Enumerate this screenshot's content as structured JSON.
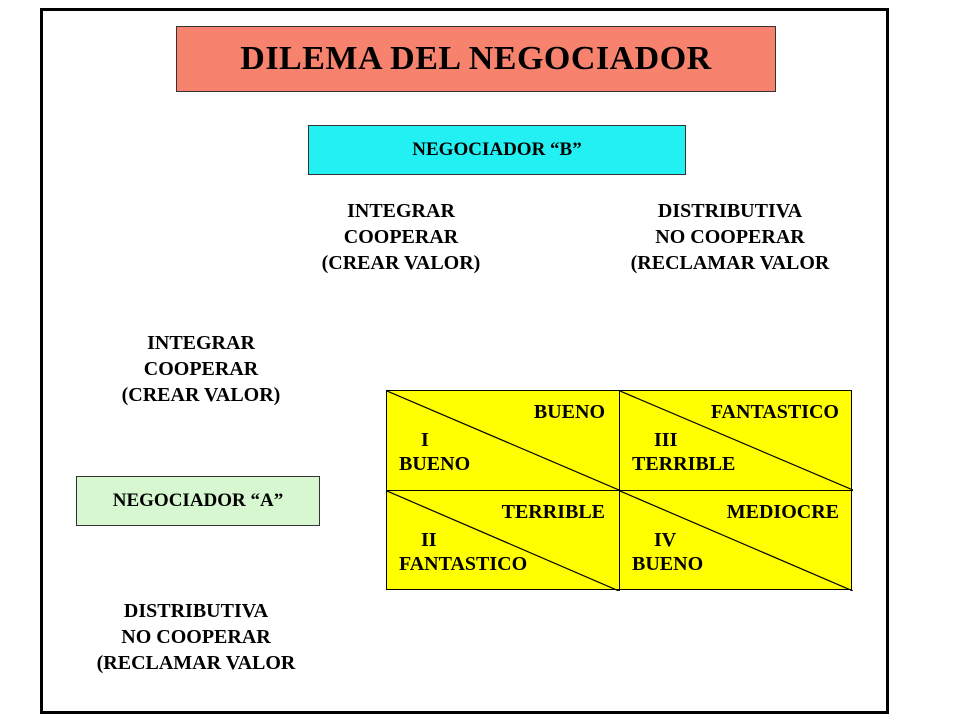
{
  "title": "DILEMA DEL NEGOCIADOR",
  "negotiator_b": "NEGOCIADOR “B”",
  "negotiator_a": "NEGOCIADOR “A”",
  "b_strategies": {
    "integrate": [
      "INTEGRAR",
      "COOPERAR",
      "(CREAR VALOR)"
    ],
    "distribute": [
      "DISTRIBUTIVA",
      "NO COOPERAR",
      "(RECLAMAR VALOR"
    ]
  },
  "a_strategies": {
    "integrate": [
      "INTEGRAR",
      "COOPERAR",
      "(CREAR VALOR)"
    ],
    "distribute": [
      "DISTRIBUTIVA",
      "NO COOPERAR",
      "(RECLAMAR VALOR"
    ]
  },
  "matrix": [
    {
      "quadrant": "I",
      "payoff_b": "BUENO",
      "payoff_a": "BUENO"
    },
    {
      "quadrant": "III",
      "payoff_b": "FANTASTICO",
      "payoff_a": "TERRIBLE"
    },
    {
      "quadrant": "II",
      "payoff_b": "TERRIBLE",
      "payoff_a": "FANTASTICO"
    },
    {
      "quadrant": "IV",
      "payoff_b": "MEDIOCRE",
      "payoff_a": "BUENO"
    }
  ],
  "colors": {
    "title_bg": "#f7826e",
    "b_box_bg": "#22f0f3",
    "a_box_bg": "#d6f7cf",
    "matrix_bg": "#ffff00"
  }
}
